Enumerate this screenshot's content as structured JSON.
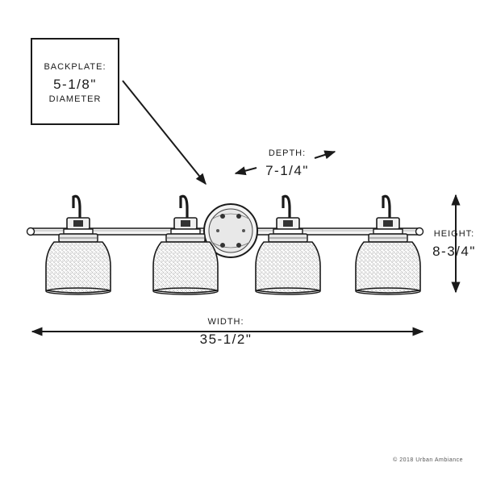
{
  "callout": {
    "title": "BACKPLATE:",
    "value": "5-1/8\"",
    "subtitle": "DIAMETER"
  },
  "depth": {
    "title": "DEPTH:",
    "value": "7-1/4\""
  },
  "height": {
    "title": "HEIGHT:",
    "value": "8-3/4\""
  },
  "width": {
    "title": "WIDTH:",
    "value": "35-1/2\""
  },
  "copyright": "© 2018 Urban Ambiance",
  "fixture": {
    "shade_count": 4
  },
  "colors": {
    "ink": "#1a1a1a",
    "background": "#ffffff"
  }
}
